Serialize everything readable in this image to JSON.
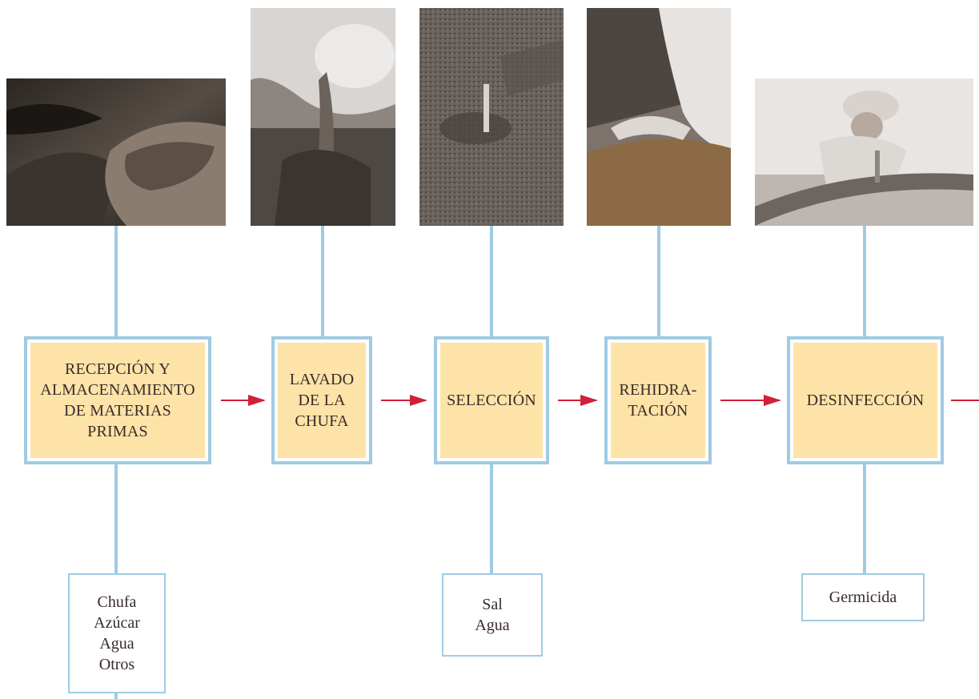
{
  "steps": [
    {
      "label": "RECEPCIÓN Y\nALMACENAMIENTO\nDE MATERIAS\nPRIMAS"
    },
    {
      "label": "LAVADO\nDE LA\nCHUFA"
    },
    {
      "label": "SELECCIÓN"
    },
    {
      "label": "REHIDRA-\nTACIÓN"
    },
    {
      "label": "DESINFECCIÓN"
    }
  ],
  "inputs": [
    {
      "label": "Chufa\nAzúcar\nAgua\nOtros"
    },
    {
      "label": "Sal\nAgua"
    },
    {
      "label": "Germicida"
    }
  ],
  "photos": [
    {
      "name": "chufa-sacks-photo"
    },
    {
      "name": "washing-chufa-photo"
    },
    {
      "name": "selection-photo"
    },
    {
      "name": "rehydration-photo"
    },
    {
      "name": "disinfection-photo"
    }
  ],
  "colors": {
    "connector": "#9fcbe3",
    "step_fill": "#fde3a7",
    "arrow": "#d0203a"
  }
}
